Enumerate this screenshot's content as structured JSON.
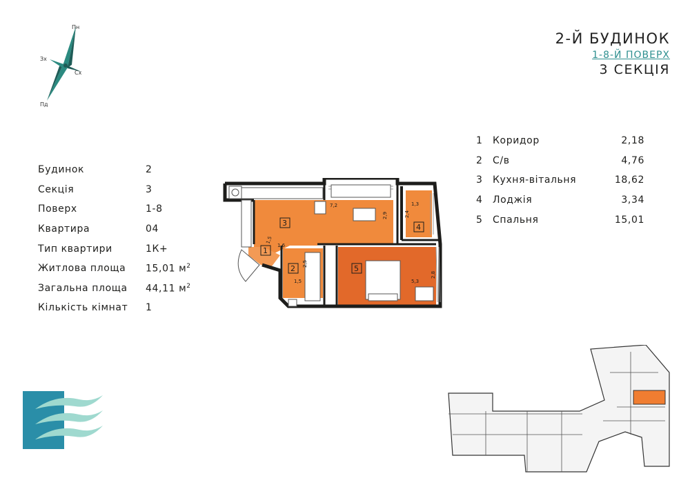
{
  "compass": {
    "north": "Пн",
    "east": "Сх",
    "south": "Пд",
    "west": "Зх"
  },
  "header": {
    "building": "2-Й БУДИНОК",
    "floors": "1-8-Й ПОВЕРХ",
    "section": "3 СЕКЦІЯ"
  },
  "info": [
    {
      "label": "Будинок",
      "value": "2"
    },
    {
      "label": "Секція",
      "value": "3"
    },
    {
      "label": "Поверх",
      "value": "1-8"
    },
    {
      "label": "Квартира",
      "value": "04"
    },
    {
      "label": "Тип квартири",
      "value": "1К+"
    },
    {
      "label": "Житлова площа",
      "value": "15,01 м",
      "sup": "2"
    },
    {
      "label": "Загальна площа",
      "value": "44,11 м",
      "sup": "2"
    },
    {
      "label": "Кількість кімнат",
      "value": "1"
    }
  ],
  "rooms": [
    {
      "num": "1",
      "name": "Коридор",
      "area": "2,18"
    },
    {
      "num": "2",
      "name": "С/в",
      "area": "4,76"
    },
    {
      "num": "3",
      "name": "Кухня-вітальня",
      "area": "18,62"
    },
    {
      "num": "4",
      "name": "Лоджія",
      "area": "3,34"
    },
    {
      "num": "5",
      "name": "Спальня",
      "area": "15,01"
    }
  ],
  "plan": {
    "room_labels": [
      "1",
      "2",
      "3",
      "4",
      "5"
    ],
    "dimensions": [
      "7,2",
      "2,9",
      "1,3",
      "2,4",
      "1,5",
      "1,6",
      "2,5",
      "1,5",
      "5,3",
      "2,8"
    ]
  },
  "colors": {
    "room_fill": "#f08a3c",
    "bedroom_fill": "#e2692a",
    "wall": "#1d1d1b",
    "logo_bg": "#2a8ea8",
    "logo_wave": "#9fd9cf",
    "accent": "#2e8f8f",
    "highlight": "#f07d31"
  },
  "icons": {
    "compass": "compass-rose-icon",
    "logo": "waves-logo-icon"
  }
}
